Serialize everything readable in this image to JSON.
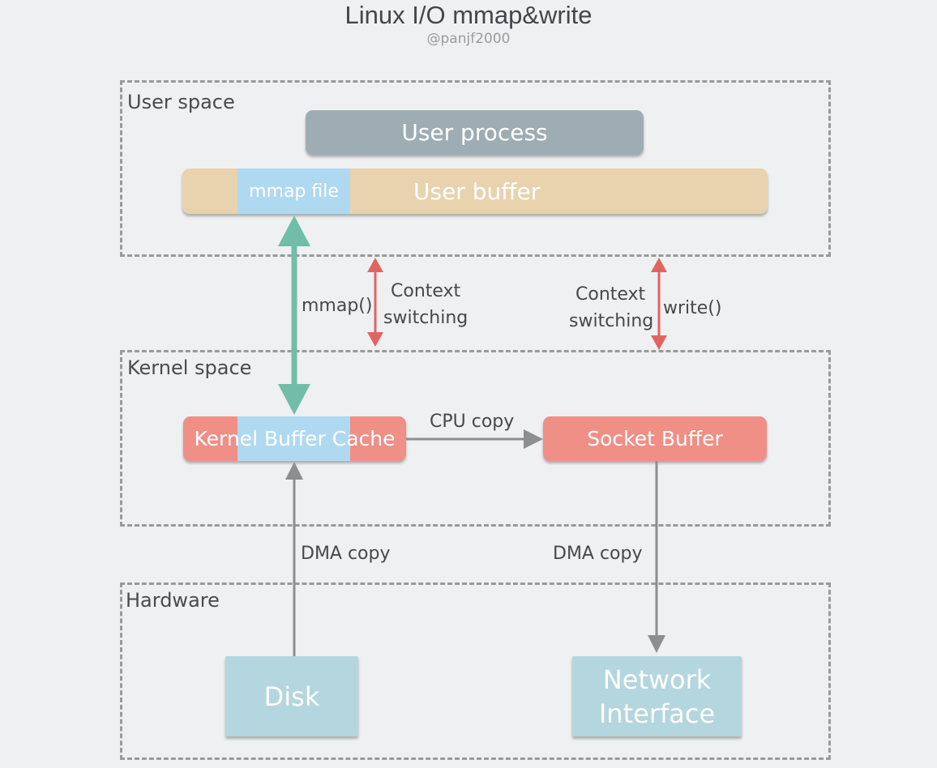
{
  "header": {
    "title": "Linux I/O mmap&write",
    "subtitle": "@panjf2000"
  },
  "regions": {
    "user_space": "User space",
    "kernel_space": "Kernel space",
    "hardware": "Hardware"
  },
  "boxes": {
    "user_process": "User process",
    "user_buffer": "User buffer",
    "mmap_file": "mmap file",
    "kernel_buffer_cache": "Kernel Buffer Cache",
    "socket_buffer": "Socket Buffer",
    "disk": "Disk",
    "network_interface_line1": "Network",
    "network_interface_line2": "Interface"
  },
  "edges": {
    "mmap_call": "mmap()",
    "context_switch_1_line1": "Context",
    "context_switch_1_line2": "switching",
    "context_switch_2_line1": "Context",
    "context_switch_2_line2": "switching",
    "write_call": "write()",
    "cpu_copy": "CPU copy",
    "dma_copy_in": "DMA copy",
    "dma_copy_out": "DMA copy"
  },
  "colors": {
    "user_process": "#9eadb4",
    "user_buffer": "#e8d3ae",
    "mmap_highlight": "#afd9f0",
    "kernel_buffer": "#ef8f86",
    "hardware_box": "#b4d6de",
    "mmap_arrow": "#72bda7",
    "context_arrow": "#e06561",
    "copy_arrow": "#8e8e8e"
  }
}
